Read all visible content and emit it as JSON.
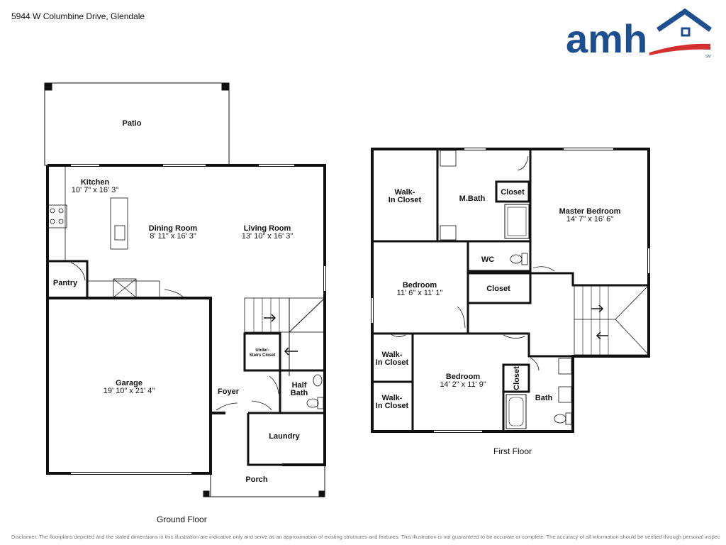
{
  "header": {
    "address": "5944 W Columbine Drive, Glendale"
  },
  "logo": {
    "text": "amh",
    "mark": "SM",
    "colors": {
      "brand_blue": "#1d4e8f",
      "brand_red": "#d32f2f"
    }
  },
  "ground_floor": {
    "title": "Ground Floor",
    "rooms": {
      "patio": {
        "name": "Patio"
      },
      "kitchen": {
        "name": "Kitchen",
        "dims": "10' 7\" x 16' 3\""
      },
      "dining": {
        "name": "Dining Room",
        "dims": "8' 11\" x 16' 3\""
      },
      "living": {
        "name": "Living Room",
        "dims": "13' 10\" x 16' 3\""
      },
      "pantry": {
        "name": "Pantry"
      },
      "garage": {
        "name": "Garage",
        "dims": "19' 10\" x 21' 4\""
      },
      "under_stairs": {
        "name": "Under-",
        "name2": "Stairs Closet"
      },
      "foyer": {
        "name": "Foyer"
      },
      "half_bath": {
        "name": "Half",
        "name2": "Bath"
      },
      "laundry": {
        "name": "Laundry"
      },
      "porch": {
        "name": "Porch"
      }
    }
  },
  "first_floor": {
    "title": "First Floor",
    "rooms": {
      "walk_in_1": {
        "name": "Walk-",
        "name2": "In Closet"
      },
      "mbath": {
        "name": "M.Bath"
      },
      "closet_1": {
        "name": "Closet"
      },
      "master": {
        "name": "Master Bedroom",
        "dims": "14' 7\" x 16' 6\""
      },
      "wc": {
        "name": "WC"
      },
      "bedroom_1": {
        "name": "Bedroom",
        "dims": "11' 6\" x 11' 1\""
      },
      "closet_2": {
        "name": "Closet"
      },
      "walk_in_2": {
        "name": "Walk-",
        "name2": "In Closet"
      },
      "walk_in_3": {
        "name": "Walk-",
        "name2": "In Closet"
      },
      "bedroom_2": {
        "name": "Bedroom",
        "dims": "14' 2\" x 11' 9\""
      },
      "closet_3": {
        "name": "Closet"
      },
      "bath": {
        "name": "Bath"
      }
    }
  },
  "disclaimer": "Disclaimer: The floorplans depicted and the stated dimensions in this illustration are indicative only and serve as an approximation of existing structures and features. This illustration is not guaranteed to be accurate or complete. The accuracy of all information should be verified through personal inspection and/or with appropriate professionals."
}
